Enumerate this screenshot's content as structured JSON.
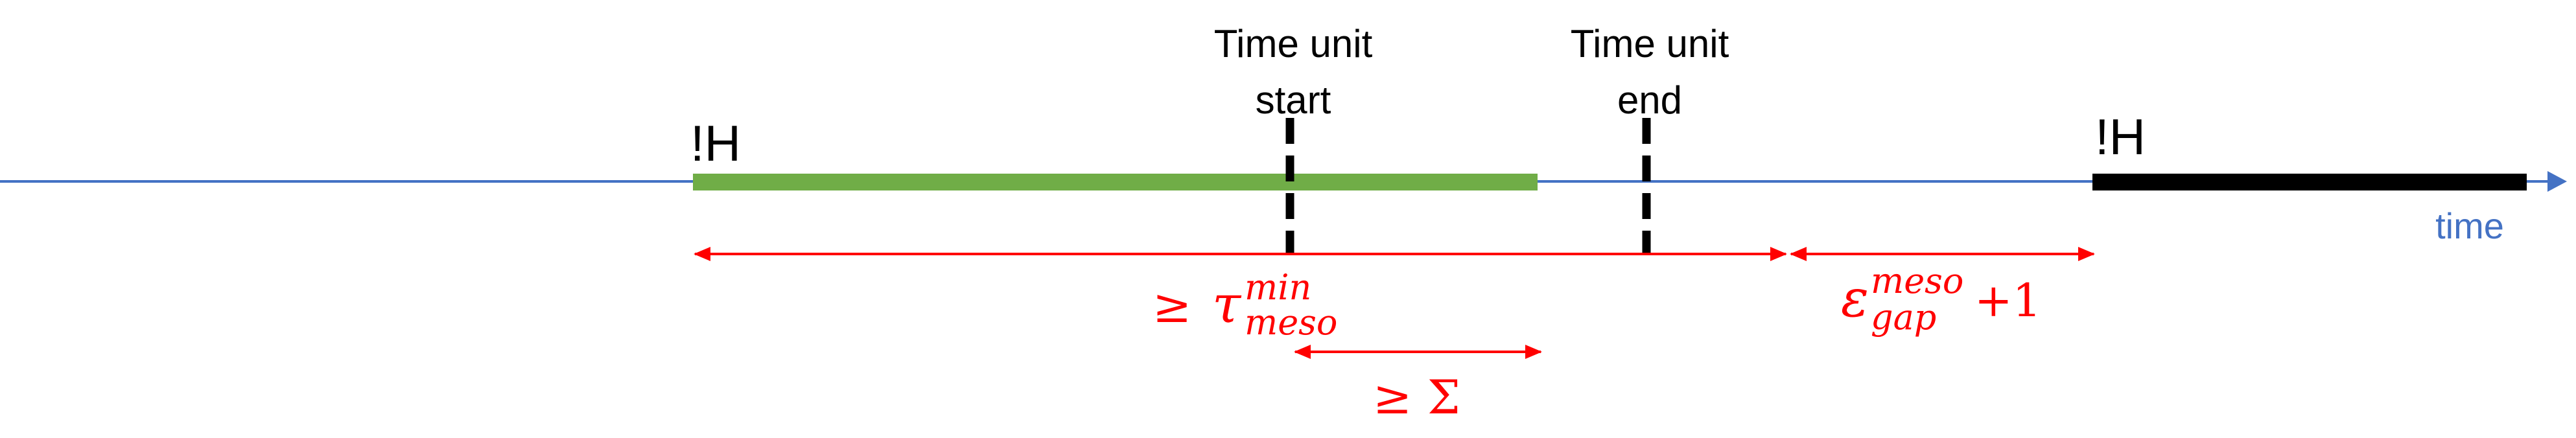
{
  "colors": {
    "axis": "#4472c4",
    "green_bar": "#70ad47",
    "black_bar": "#000000",
    "annotation": "#ff0000",
    "text": "#000000"
  },
  "axis": {
    "label": "time"
  },
  "markers": {
    "not_h_left": "!H",
    "not_h_right": "!H"
  },
  "time_unit_start": {
    "line1": "Time unit",
    "line2": "start"
  },
  "time_unit_end": {
    "line1": "Time unit",
    "line2": "end"
  },
  "annotations": {
    "tau": {
      "relation": "≥",
      "symbol": "τ",
      "superscript": "min",
      "subscript": "meso"
    },
    "epsilon": {
      "symbol": "ε",
      "superscript": "meso",
      "subscript": "gap",
      "suffix": "+1"
    },
    "sigma": {
      "relation": "≥",
      "symbol": "Σ"
    }
  }
}
